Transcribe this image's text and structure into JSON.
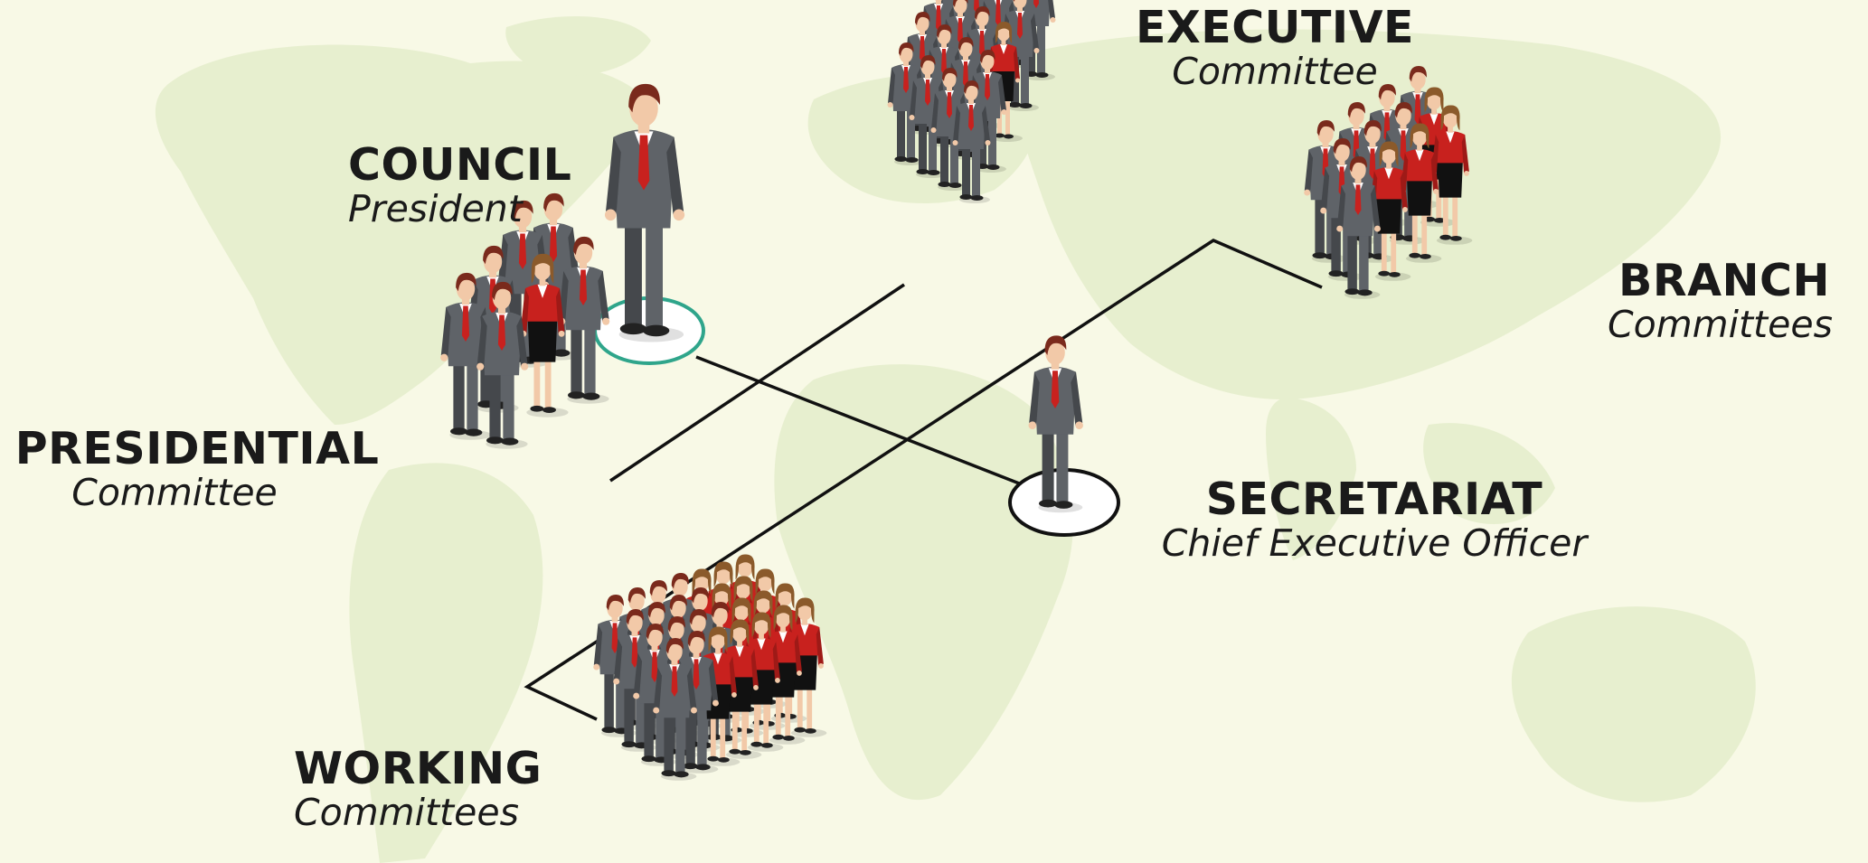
{
  "colors": {
    "background": "#f8f9e6",
    "map": "#e7efcf",
    "suit": "#5f6368",
    "suit_shadow": "#45484c",
    "jacket_red": "#c8211e",
    "skirt": "#111111",
    "hair_male": "#7a2a1c",
    "hair_female": "#8b5a2b",
    "skin": "#f2c9a8",
    "tie": "#c8211e",
    "ring_teal": "#2fa58b",
    "ring_black": "#111111",
    "line": "#111111"
  },
  "groups": {
    "council": {
      "title": "COUNCIL",
      "subtitle": "President"
    },
    "executive": {
      "title": "EXECUTIVE",
      "subtitle": "Committee"
    },
    "branch": {
      "title": "BRANCH",
      "subtitle": "Committees"
    },
    "presidential": {
      "title": "PRESIDENTIAL",
      "subtitle": "Committee"
    },
    "secretariat": {
      "title": "SECRETARIAT",
      "subtitle": "Chief Executive Officer"
    },
    "working": {
      "title": "WORKING",
      "subtitle": "Committees"
    }
  }
}
